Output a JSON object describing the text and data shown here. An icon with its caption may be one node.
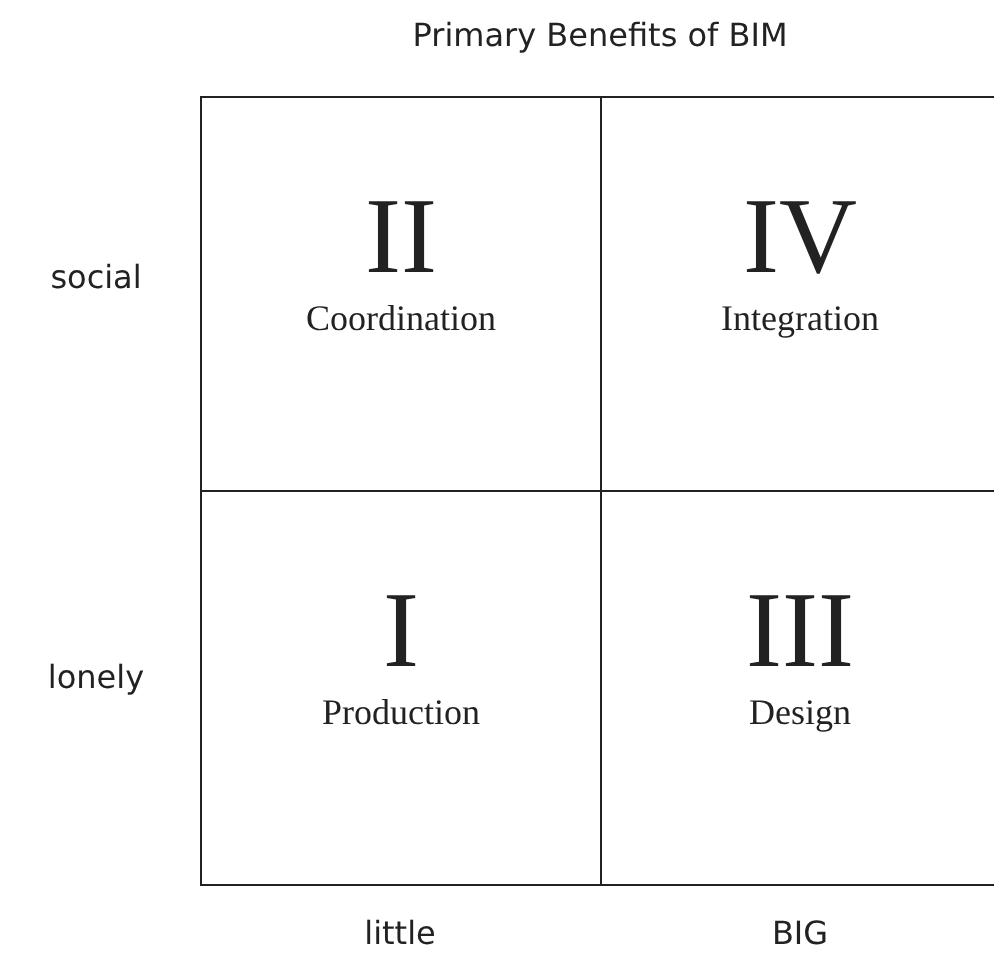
{
  "diagram": {
    "title": "Primary Benefits of BIM",
    "nodes": [
      {
        "text": [
          "II",
          "Coordination"
        ]
      },
      {
        "text": [
          "IV",
          "Integration"
        ]
      },
      {
        "text": [
          "I",
          "Production"
        ]
      },
      {
        "text": [
          "III",
          "Design"
        ]
      }
    ],
    "labels": [
      "social",
      "lonely",
      "little",
      "BIG"
    ]
  }
}
